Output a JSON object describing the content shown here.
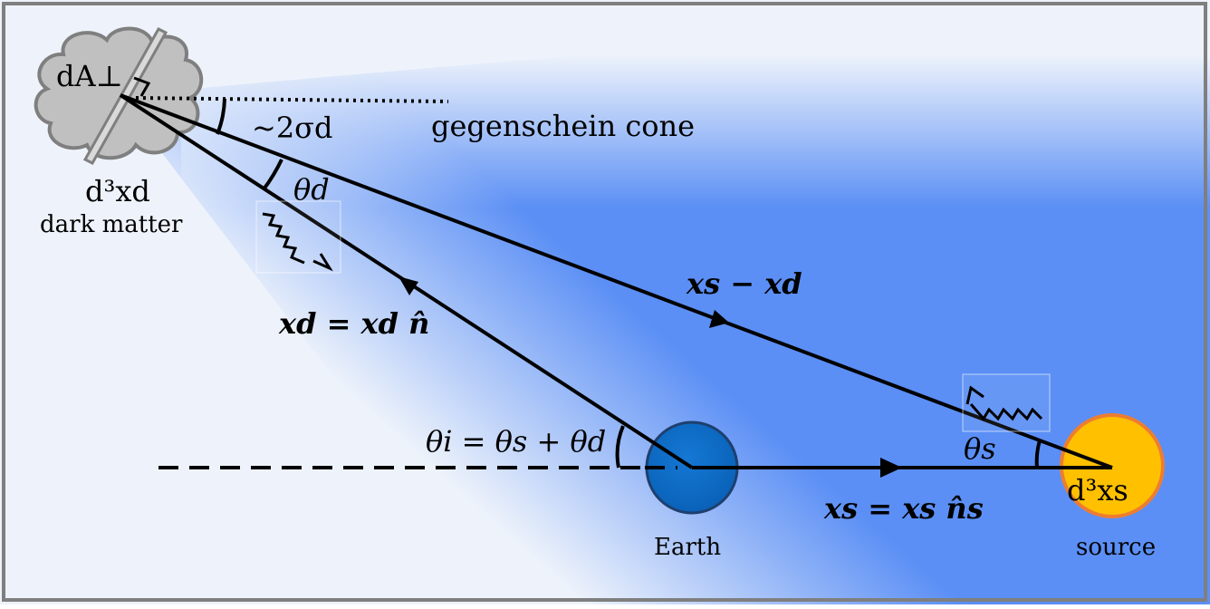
{
  "labels": {
    "area_element": "dA⊥",
    "cone_angle": "~2σd",
    "gegenschein_cone": "gegenschein cone",
    "theta_d": "θd",
    "dm_volume": "d³xd",
    "dark_matter": "dark matter",
    "xs_minus_xd": "xs − xd",
    "xd_eq": "xd = xd n̂",
    "theta_i_eq": "θi = θs + θd",
    "theta_s": "θs",
    "xs_eq": "xs = xs n̂s",
    "source_volume": "d³xs",
    "earth": "Earth",
    "source": "source"
  },
  "colors": {
    "frame": "#7f7f7f",
    "sky_blue": "#5b8ff5",
    "background_light": "#eef3fb",
    "earth_fill": "#0a6ac4",
    "earth_stroke": "#1f3f6e",
    "source_fill": "#ffc000",
    "source_stroke": "#ed7d31",
    "cloud_fill": "#c0c0c0",
    "cloud_stroke": "#7f7f7f"
  },
  "icons": {
    "dark_matter": "cloud-icon",
    "photon": "wavy-arrow-icon",
    "earth": "circle-icon",
    "source": "sun-icon"
  }
}
